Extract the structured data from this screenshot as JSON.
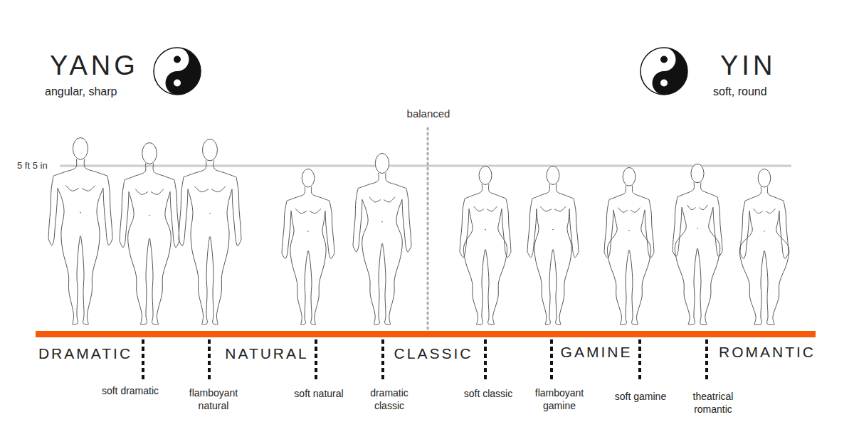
{
  "diagram": {
    "labels": [
      "YANG",
      "angular, sharp",
      "YIN",
      "soft, round",
      "balanced",
      "5 ft 5 in",
      "DRAMATIC",
      "NATURAL",
      "CLASSIC",
      "GAMINE",
      "ROMANTIC",
      "soft dramatic",
      "flamboyant natural",
      "soft natural",
      "dramatic classic",
      "soft classic",
      "flamboyant gamine",
      "soft gamine",
      "theatrical romantic"
    ]
  }
}
